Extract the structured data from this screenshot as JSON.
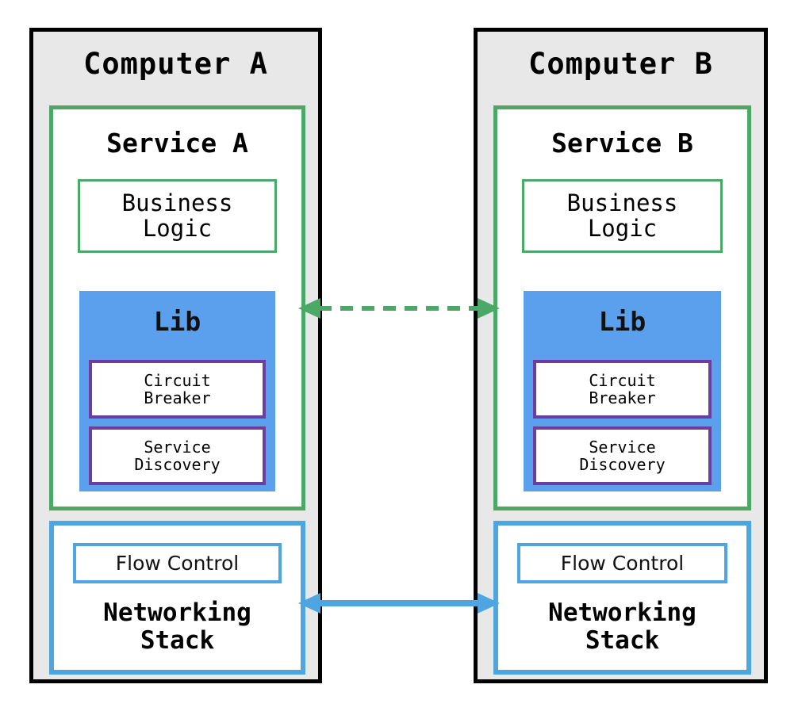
{
  "diagram": {
    "title_hidden": "",
    "colors": {
      "panel_fill": "#e8e8e8",
      "panel_border": "#000000",
      "service_green": "#4ca866",
      "lib_blue_fill": "#5ba0ec",
      "sub_box_purple": "#6a3fa0",
      "network_blue": "#4fa5e0",
      "box_white": "#ffffff",
      "text_black": "#000000"
    }
  },
  "computers": [
    {
      "id": "a",
      "title": "Computer A",
      "service": {
        "title": "Service A",
        "business_logic": "Business\nLogic",
        "lib": {
          "title": "Lib",
          "components": [
            {
              "label": "Circuit\nBreaker"
            },
            {
              "label": "Service\nDiscovery"
            }
          ]
        }
      },
      "networking": {
        "flow_control": "Flow Control",
        "title": "Networking\nStack"
      }
    },
    {
      "id": "b",
      "title": "Computer B",
      "service": {
        "title": "Service B",
        "business_logic": "Business\nLogic",
        "lib": {
          "title": "Lib",
          "components": [
            {
              "label": "Circuit\nBreaker"
            },
            {
              "label": "Service\nDiscovery"
            }
          ]
        }
      },
      "networking": {
        "flow_control": "Flow Control",
        "title": "Networking\nStack"
      }
    }
  ],
  "connectors": [
    {
      "id": "lib-link",
      "name": "lib-to-lib-connection",
      "style": "dashed",
      "color": "#4ca866",
      "direction": "bidirectional",
      "label": ""
    },
    {
      "id": "network-link",
      "name": "networking-stack-connection",
      "style": "solid",
      "color": "#4fa5e0",
      "direction": "bidirectional",
      "label": ""
    }
  ]
}
